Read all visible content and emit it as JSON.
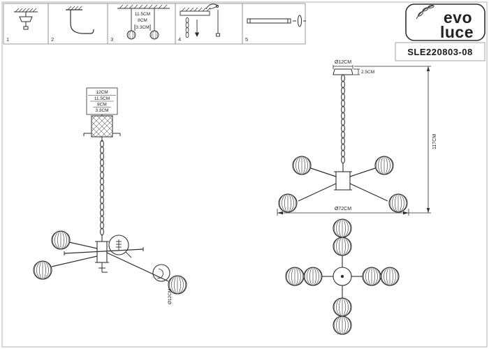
{
  "header": {
    "brand_top": "evo",
    "brand_bottom": "luce",
    "model": "SLE220803-08"
  },
  "steps": {
    "s1": "1",
    "s2": "2",
    "s3": "3",
    "s4": "4",
    "s5": "5",
    "step3_dims": {
      "a": "11.5CM",
      "b": "8CM",
      "c": "3.3CM"
    }
  },
  "side_view": {
    "top": "12CM",
    "mid": "11.5CM",
    "inner": "8CM",
    "small": "3.3CM",
    "sphere": "Ø12CM"
  },
  "front_view": {
    "canopy_d": "Ø12CM",
    "canopy_h": "2.5CM",
    "height": "117CM",
    "width": "Ø72CM"
  }
}
